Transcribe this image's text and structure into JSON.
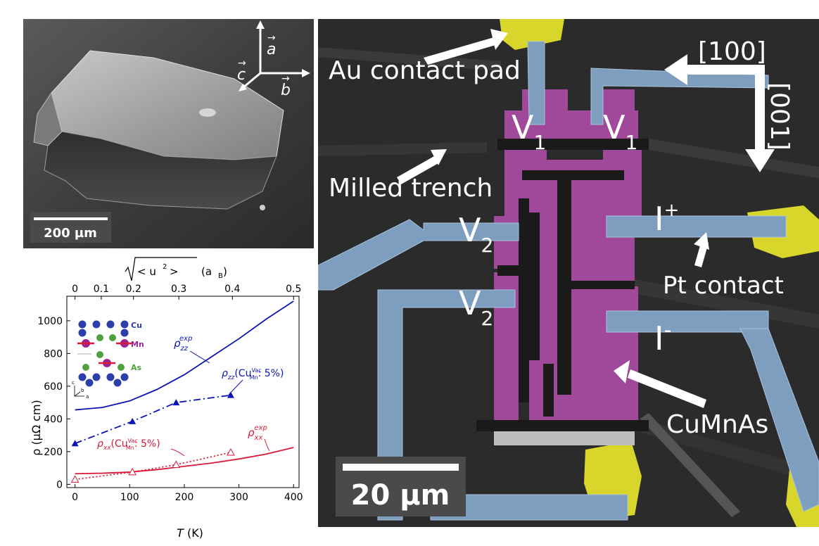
{
  "figure": {
    "crystal_panel": {
      "axes_labels": {
        "a": "a",
        "b": "b",
        "c": "c"
      },
      "scale_bar": "200 µm"
    },
    "device_panel": {
      "labels": {
        "au_pad": "Au contact pad",
        "milled_trench": "Milled trench",
        "pt_contact": "Pt contact",
        "cumnas": "CuMnAs",
        "dir_100": "[100]",
        "dir_001": "[001]",
        "v1": "V",
        "v1_sub": "1",
        "v2": "V",
        "v2_sub": "2",
        "i": "I",
        "i_plus": "+",
        "i_minus": "-"
      },
      "scale_bar": "20 µm",
      "colors": {
        "gold": "#d8d62a",
        "pt_blue": "#7e9ec0",
        "cumnas": "#a0489a",
        "substrate": "#2d2d2d"
      }
    }
  },
  "chart_data": {
    "type": "line",
    "xlabel": "T (K)",
    "ylabel": "ρ (µΩ cm)",
    "xlim": [
      -15,
      410
    ],
    "ylim": [
      -20,
      1150
    ],
    "xticks": [
      0,
      100,
      200,
      300,
      400
    ],
    "yticks": [
      0,
      200,
      400,
      600,
      800,
      1000
    ],
    "top_axis": {
      "label": "√<u²> (a_B)",
      "label_main": "< u",
      "label_unit": "(a",
      "ticks": [
        0,
        0.1,
        0.2,
        0.3,
        0.4,
        0.5
      ],
      "tick_T": [
        0,
        48,
        107,
        190,
        288,
        400
      ]
    },
    "series": [
      {
        "name": "ρzz exp",
        "label_main": "ρ",
        "label_sub": "zz",
        "label_sup": "exp",
        "color": "#0c14b4",
        "style": "solid",
        "x": [
          0,
          50,
          100,
          150,
          200,
          250,
          300,
          350,
          400
        ],
        "y": [
          455,
          470,
          510,
          580,
          670,
          780,
          890,
          1010,
          1120
        ]
      },
      {
        "name": "ρzz (CuMn Vac : 5%)",
        "label_main": "ρ",
        "label_sub": "zz",
        "label_suffix": "(Cu",
        "label_vac": "Vac",
        "label_mn": "Mn",
        "label_tail": ": 5%)",
        "color": "#0c14b4",
        "style": "dashdot",
        "x": [
          0,
          105,
          185,
          285
        ],
        "y": [
          250,
          385,
          500,
          545
        ]
      },
      {
        "name": "ρxx exp",
        "label_main": "ρ",
        "label_sub": "xx",
        "label_sup": "exp",
        "color": "#d91a38",
        "style": "solid",
        "x": [
          0,
          50,
          100,
          150,
          200,
          250,
          300,
          350,
          400
        ],
        "y": [
          65,
          68,
          75,
          90,
          110,
          130,
          155,
          185,
          225
        ]
      },
      {
        "name": "ρxx (CuMn Vac : 5%)",
        "label_main": "ρ",
        "label_sub": "xx",
        "label_suffix": "(Cu",
        "label_vac": "Vac",
        "label_mn": "Mn",
        "label_tail": ": 5%)",
        "color": "#d91a38",
        "style": "dotted",
        "x": [
          0,
          105,
          185,
          285
        ],
        "y": [
          30,
          75,
          120,
          195
        ]
      }
    ],
    "inset_legend": [
      "Cu",
      "Mn",
      "As"
    ],
    "inset_axes": [
      "c",
      "b",
      "a"
    ]
  }
}
